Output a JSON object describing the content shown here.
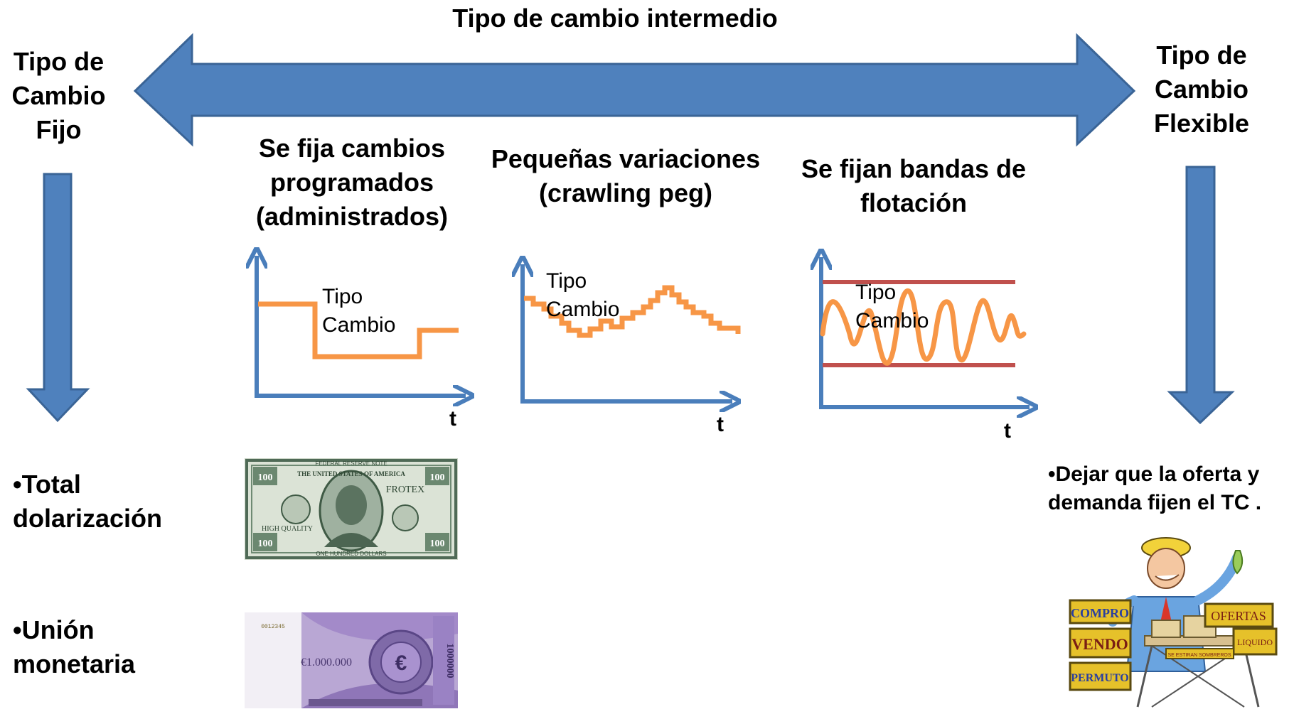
{
  "top_label": "Tipo de cambio intermedio",
  "left_title": [
    "Tipo de",
    "Cambio",
    "Fijo"
  ],
  "right_title": [
    "Tipo de",
    "Cambio",
    "Flexible"
  ],
  "panels": [
    {
      "title": [
        "Se fija cambios",
        "programados",
        "(administrados)"
      ],
      "series_label": [
        "Tipo",
        "Cambio"
      ],
      "axis_label": "t"
    },
    {
      "title": [
        "Pequeñas variaciones",
        "(crawling peg)"
      ],
      "series_label": [
        "Tipo",
        "Cambio"
      ],
      "axis_label": "t"
    },
    {
      "title": [
        "Se fijan bandas de",
        "flotación"
      ],
      "series_label": [
        "Tipo",
        "Cambio"
      ],
      "axis_label": "t"
    }
  ],
  "left_bullets": [
    [
      "•Total",
      "dolarización"
    ],
    [
      "•Unión",
      "monetaria"
    ]
  ],
  "right_bullet": [
    "•Dejar que la oferta y",
    "demanda fijen el TC ."
  ],
  "banknote_dollar": {
    "top": "FEDERAL RESERVE NOTE",
    "mid": "THE UNITED STATES OF AMERICA",
    "brand": "FROTEX",
    "quality": "HIGH QUALITY",
    "denom": "100",
    "bottom": "ONE HUNDRED DOLLARS"
  },
  "banknote_euro": {
    "serial": "0012345",
    "value": "€1.000.000",
    "symbol": "€",
    "vertical": "1000000"
  },
  "vendor_signs": {
    "compro": "COMPRO",
    "vendo": "VENDO",
    "permuto": "PERMUTO",
    "ofertas": "OFERTAS",
    "liquido": "LIQUIDO",
    "banner": "SE ESTIRAN SOMBREROS"
  },
  "colors": {
    "arrow_fill": "#4f81bd",
    "arrow_stroke": "#3a6496",
    "axis": "#4a7ebb",
    "series": "#f79646",
    "band": "#c0504d"
  }
}
